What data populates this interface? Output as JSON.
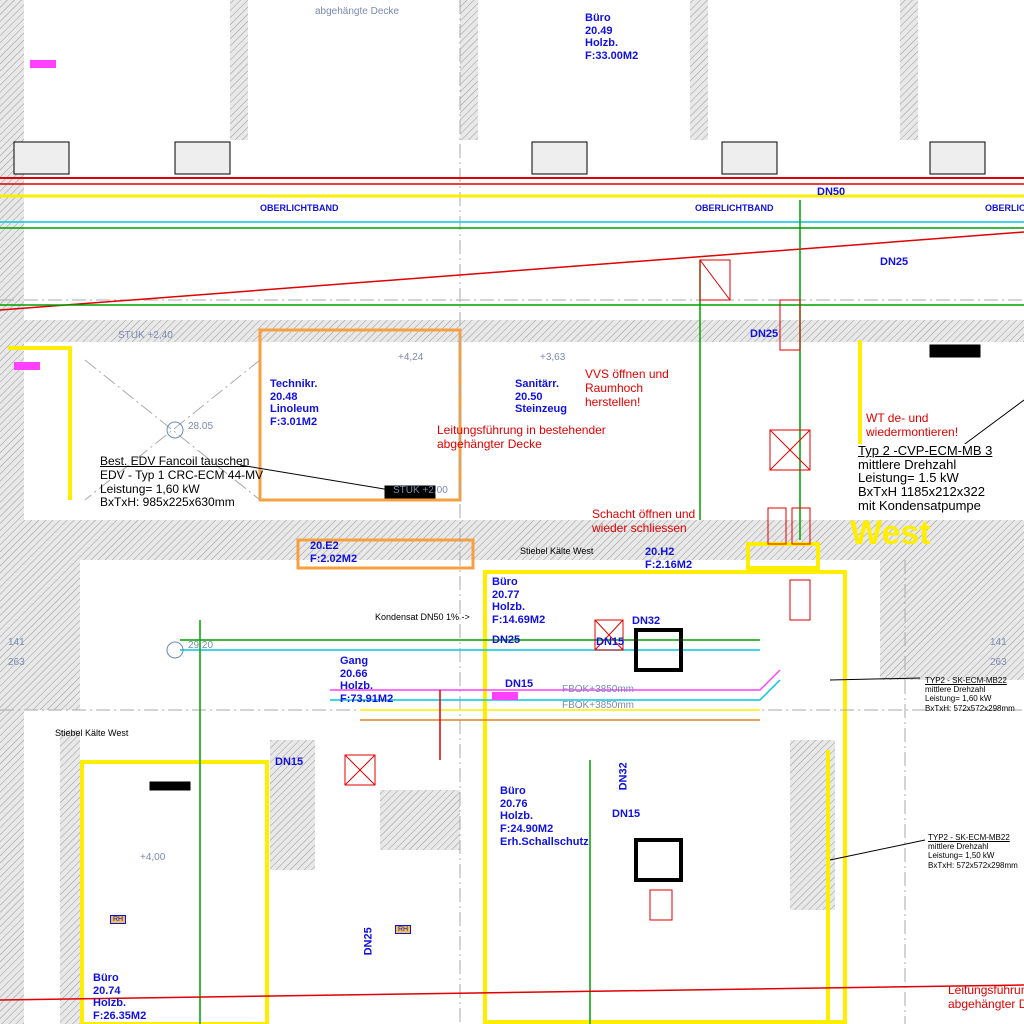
{
  "drawing": {
    "ceiling_note": "abgehängte Decke",
    "skylight_label": "OBERLICHTBAND",
    "west_label": "West",
    "rooms": [
      {
        "name": "Büro",
        "number": "20.49",
        "floor": "Holzb.",
        "area": "F:33.00M2"
      },
      {
        "name": "Technikr.",
        "number": "20.48",
        "floor": "Linoleum",
        "area": "F:3.01M2"
      },
      {
        "name": "Sanitärr.",
        "number": "20.50",
        "floor": "Steinzeug",
        "area": ""
      },
      {
        "name": "",
        "number": "20.E2",
        "floor": "",
        "area": "F:2.02M2"
      },
      {
        "name": "",
        "number": "20.H2",
        "floor": "",
        "area": "F:2.16M2"
      },
      {
        "name": "Büro",
        "number": "20.77",
        "floor": "Holzb.",
        "area": "F:14.69M2"
      },
      {
        "name": "Gang",
        "number": "20.66",
        "floor": "Holzb.",
        "area": "F:73.91M2"
      },
      {
        "name": "Büro",
        "number": "20.76",
        "floor": "Holzb.",
        "area": "F:24.90M2",
        "extra": "Erh.Schallschutz"
      },
      {
        "name": "Büro",
        "number": "20.74",
        "floor": "Holzb.",
        "area": "F:26.35M2"
      }
    ],
    "notes_red": {
      "routing_1": "Leitungsführung in bestehender",
      "routing_2": "abgehängter Decke",
      "vvs_1": "VVS öffnen und",
      "vvs_2": "Raumhoch",
      "vvs_3": "herstellen!",
      "wt_1": "WT de- und",
      "wt_2": "wiedermontieren!",
      "shaft_1": "Schacht öffnen und",
      "shaft_2": "wieder schliessen",
      "routing_b1": "Leitungsführung in bestehender",
      "routing_b2": "abgehängter D"
    },
    "unit_edv": {
      "title": "Best. EDV Fancoil tauschen",
      "type": "EDV - Typ 1  CRC-ECM 44-MV",
      "power": "Leistung= 1,60 kW",
      "dims": "BxTxH: 985x225x630mm"
    },
    "unit_typ2_cvp": {
      "type": "Typ 2 -CVP-ECM-MB 3",
      "speed": "mittlere Drehzahl",
      "power": "Leistung= 1.5 kW",
      "dims": "BxTxH 1185x212x322",
      "extra": "mit Kondensatpumpe"
    },
    "unit_typ2_sk_a": {
      "type": "TYP2 - SK-ECM-MB22",
      "speed": "mittlere Drehzahl",
      "power": "Leistung= 1,60 kW",
      "dims": "BxTxH: 572x572x298mm"
    },
    "unit_typ2_sk_b": {
      "type": "TYP2 - SK-ECM-MB22",
      "speed": "mittlere Drehzahl",
      "power": "Leistung= 1,50 kW",
      "dims": "BxTxH: 572x572x298mm"
    },
    "pipe_sizes": [
      "DN50",
      "DN25",
      "DN25",
      "DN32",
      "DN15",
      "DN25",
      "DN15",
      "DN15",
      "DN32",
      "DN25",
      "DN15"
    ],
    "levels": [
      "28.05",
      "29.20",
      "+4,24",
      "+3,63",
      "+4,00"
    ],
    "dimensions": [
      "141",
      "263",
      "141",
      "263"
    ],
    "small_labels": {
      "stuk_1": "STUK +2,40",
      "stuk_2": "STUK +2,00",
      "fbok_1": "FBOK+3850mm",
      "fbok_2": "FBOK+3850mm",
      "kondensat": "Kondensat DN50 1% ->",
      "kaelte": "Stiebel Kälte West"
    },
    "colors": {
      "red": "#e00000",
      "blue": "#1010e0",
      "yellow": "#ffee00",
      "green": "#00a000",
      "magenta": "#ff40ff",
      "cyan": "#00c8e0"
    }
  }
}
